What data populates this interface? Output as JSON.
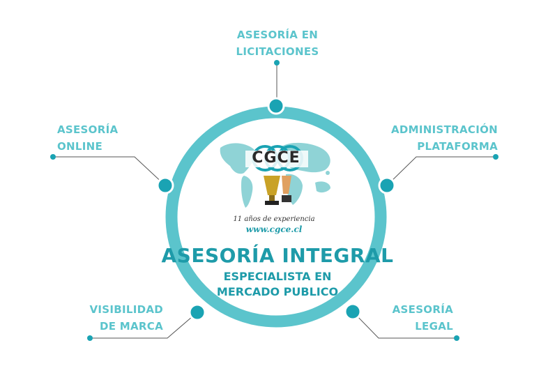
{
  "logo": {
    "text": "CGCE",
    "tagline": "11 años de experiencia",
    "website": "www.cgce.cl"
  },
  "center": {
    "title": "ASESORÍA INTEGRAL",
    "subtitle_line1": "ESPECIALISTA EN",
    "subtitle_line2": "MERCADO PUBLICO"
  },
  "nodes": {
    "licitaciones": {
      "line1": "ASESORÍA EN",
      "line2": "LICITACIONES"
    },
    "online": {
      "line1": "ASESORÍA",
      "line2": "ONLINE"
    },
    "plataforma": {
      "line1": "ADMINISTRACIÓN",
      "line2": "PLATAFORMA"
    },
    "marca": {
      "line1": "VISIBILIDAD",
      "line2": "DE MARCA"
    },
    "legal": {
      "line1": "ASESORÍA",
      "line2": "LEGAL"
    }
  },
  "colors": {
    "ring": "#5bc4cc",
    "node_fill": "#1aa3b3",
    "text_accent": "#1e9ba9",
    "connector": "#555555",
    "map": "#8fd3d6"
  }
}
